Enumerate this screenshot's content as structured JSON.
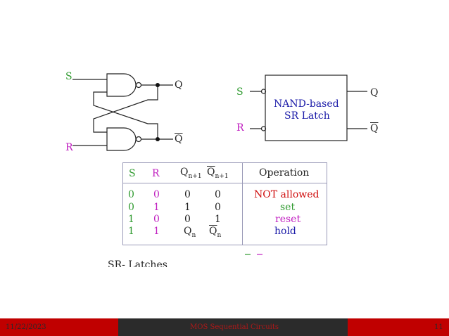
{
  "circuit": {
    "input_s": "S",
    "input_r": "R",
    "output_q": "Q",
    "output_qbar": "Q"
  },
  "block": {
    "input_s": "S",
    "input_r": "R",
    "title_line1": "NAND-based",
    "title_line2": "SR Latch",
    "output_q": "Q",
    "output_qbar": "Q"
  },
  "table": {
    "headers": {
      "s": "S",
      "r": "R",
      "q_next": "Q",
      "q_next_sub": "n+1",
      "qbar_next": "Q",
      "qbar_next_sub": "n+1",
      "operation": "Operation"
    },
    "rows": [
      {
        "s": "0",
        "r": "0",
        "q": "0",
        "qbar": "0",
        "op": "NOT allowed"
      },
      {
        "s": "0",
        "r": "1",
        "q": "1",
        "qbar": "0",
        "op": "set"
      },
      {
        "s": "1",
        "r": "0",
        "q": "0",
        "qbar": "1",
        "op": "reset"
      },
      {
        "s": "1",
        "r": "1",
        "q": "Q",
        "q_sub": "n",
        "qbar": "Q",
        "qbar_sub": "n",
        "op": "hold"
      }
    ]
  },
  "caption": "SR- Latches",
  "footer": {
    "date": "11/22/2023",
    "title": "MOS Sequential Circuits",
    "page": "11"
  },
  "colors": {
    "s_green": "#2e9a2e",
    "r_magenta": "#c020c0",
    "text_blue": "#1a1aa8",
    "not_allowed_red": "#d01010",
    "set_green": "#2e9a2e",
    "reset_magenta": "#c020c0",
    "hold_blue": "#1a1aa8",
    "footer_red": "#c00000",
    "footer_dark": "#2b2b2b"
  }
}
